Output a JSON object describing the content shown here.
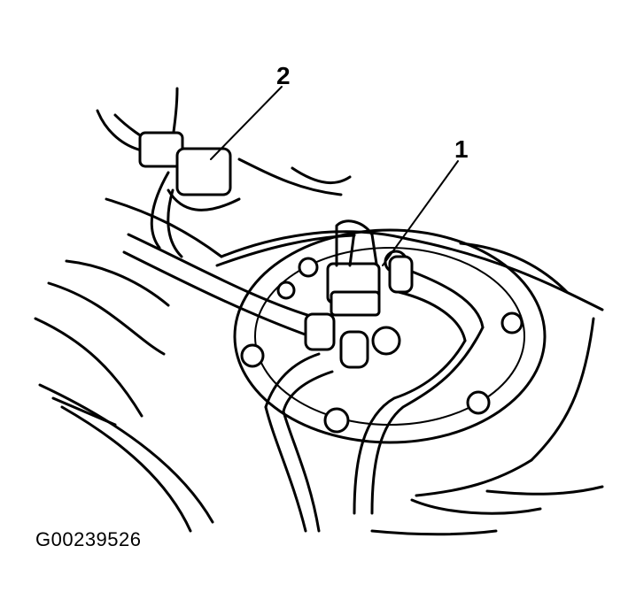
{
  "callouts": [
    {
      "label": "1"
    },
    {
      "label": "2"
    }
  ],
  "figure_id": "G00239526",
  "colors": {
    "ink": "#000000",
    "background": "#ffffff"
  }
}
